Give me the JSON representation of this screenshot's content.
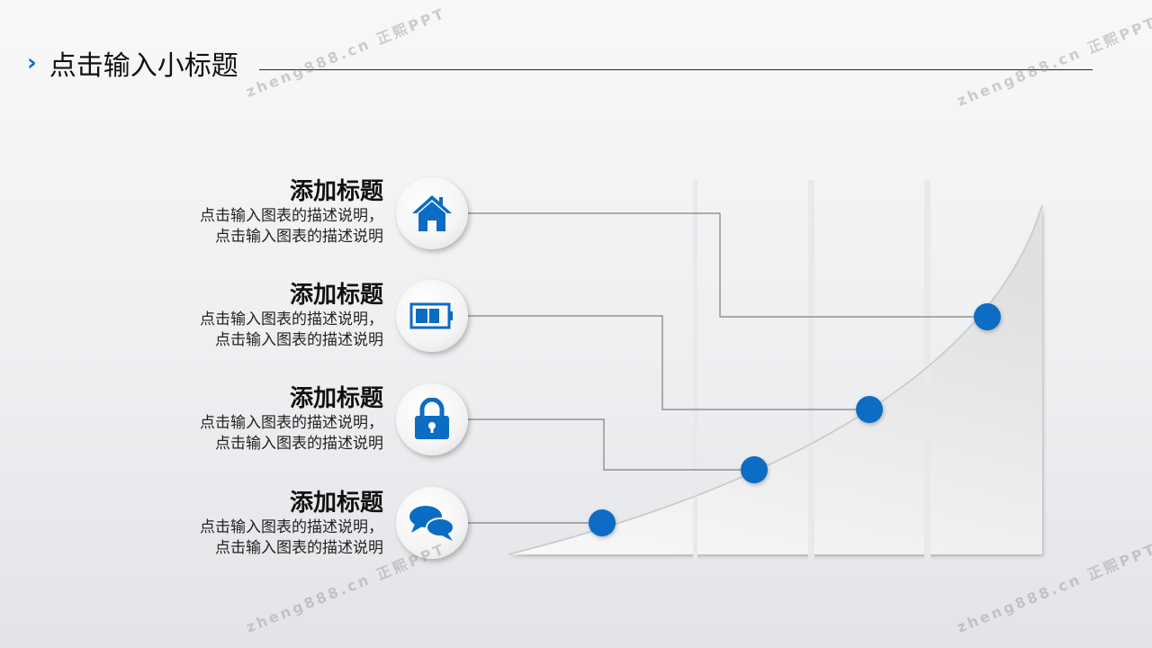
{
  "header": {
    "title": "点击输入小标题"
  },
  "items": [
    {
      "title": "添加标题",
      "desc_line1": "点击输入图表的描述说明，",
      "desc_line2": "点击输入图表的描述说明",
      "icon": "home-icon"
    },
    {
      "title": "添加标题",
      "desc_line1": "点击输入图表的描述说明，",
      "desc_line2": "点击输入图表的描述说明",
      "icon": "battery-icon"
    },
    {
      "title": "添加标题",
      "desc_line1": "点击输入图表的描述说明，",
      "desc_line2": "点击输入图表的描述说明",
      "icon": "lock-icon"
    },
    {
      "title": "添加标题",
      "desc_line1": "点击输入图表的描述说明，",
      "desc_line2": "点击输入图表的描述说明",
      "icon": "chat-icon"
    }
  ],
  "watermark": "zheng888.cn 正熙PPT",
  "colors": {
    "accent": "#0b6cc4",
    "line": "#808080"
  }
}
